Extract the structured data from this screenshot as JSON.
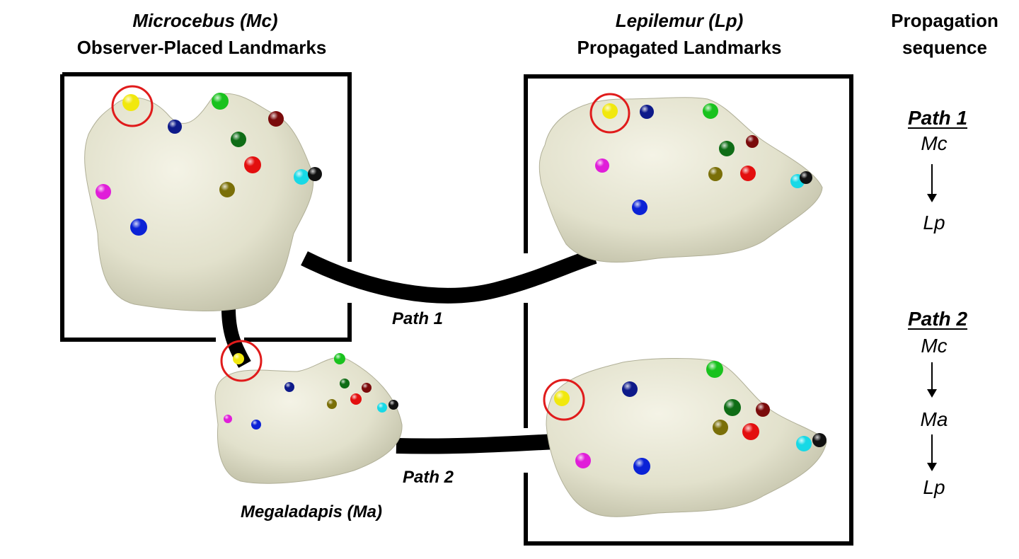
{
  "headers": {
    "microcebus_species": "Microcebus (Mc)",
    "microcebus_sub": "Observer-Placed Landmarks",
    "lepilemur_species": "Lepilemur (Lp)",
    "lepilemur_sub": "Propagated Landmarks",
    "propagation_line1": "Propagation",
    "propagation_line2": "sequence"
  },
  "labels": {
    "path1": "Path 1",
    "path2": "Path 2",
    "megaladapis": "Megaladapis (Ma)"
  },
  "sequences": {
    "path1": {
      "title": "Path 1",
      "steps": [
        "Mc",
        "Lp"
      ]
    },
    "path2": {
      "title": "Path 2",
      "steps": [
        "Mc",
        "Ma",
        "Lp"
      ]
    }
  },
  "colors": {
    "tooth": "#e7e6d2",
    "circle": "#e01b1b",
    "yellow": "#f1e80e",
    "navy": "#0e1a8a",
    "blue": "#0b22d6",
    "green": "#19c21e",
    "darkgreen": "#0f6d16",
    "maroon": "#7a0b0b",
    "red": "#e30f0f",
    "olive": "#7a6f08",
    "cyan": "#17d9e6",
    "black": "#111111",
    "magenta": "#e01ed9"
  }
}
